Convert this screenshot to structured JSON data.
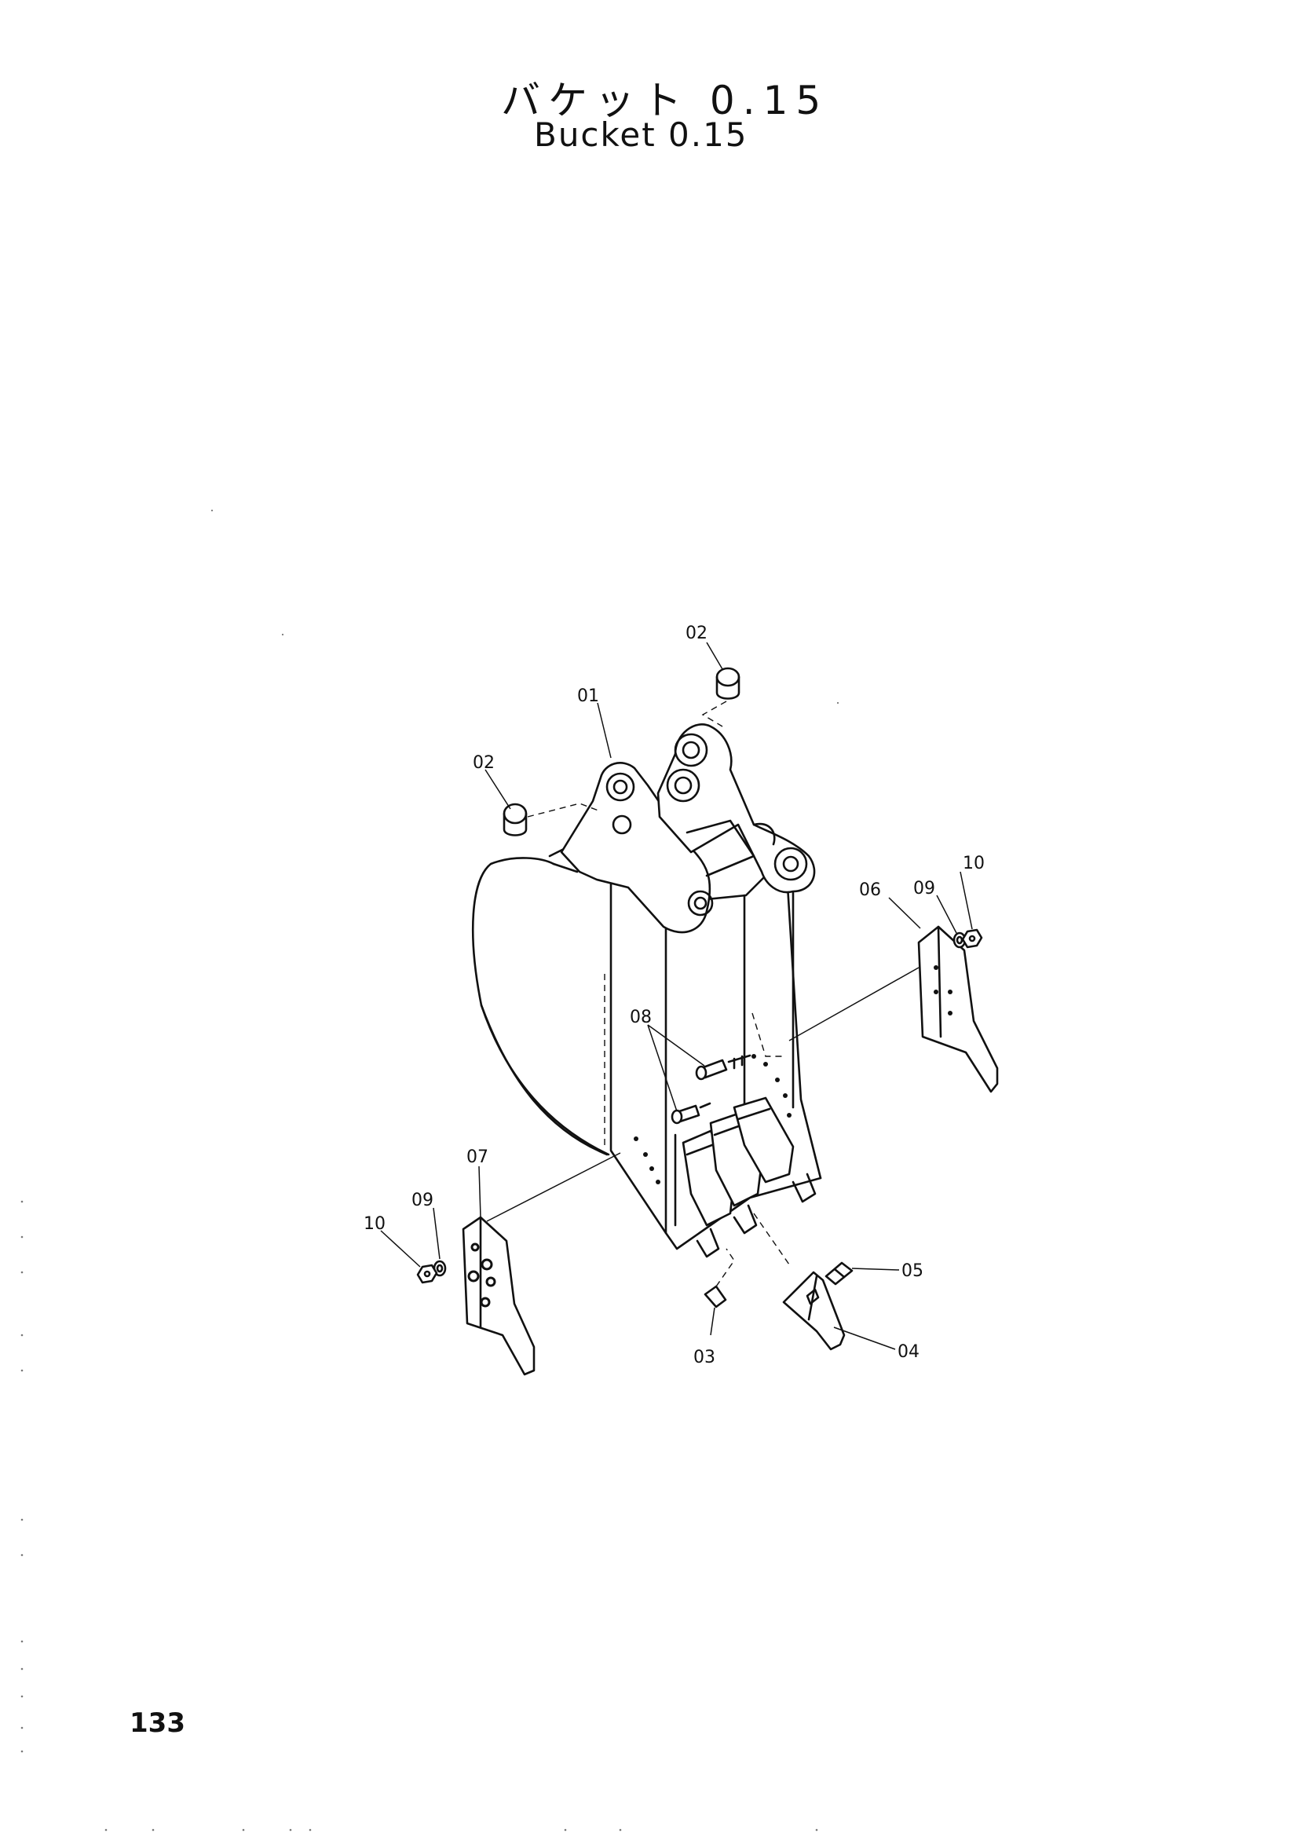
{
  "title": {
    "japanese": "バケット 0.15",
    "english": "Bucket 0.15"
  },
  "page_number": "133",
  "callouts": [
    "01",
    "02",
    "02",
    "03",
    "04",
    "05",
    "06",
    "07",
    "08",
    "09",
    "09",
    "10",
    "10"
  ]
}
